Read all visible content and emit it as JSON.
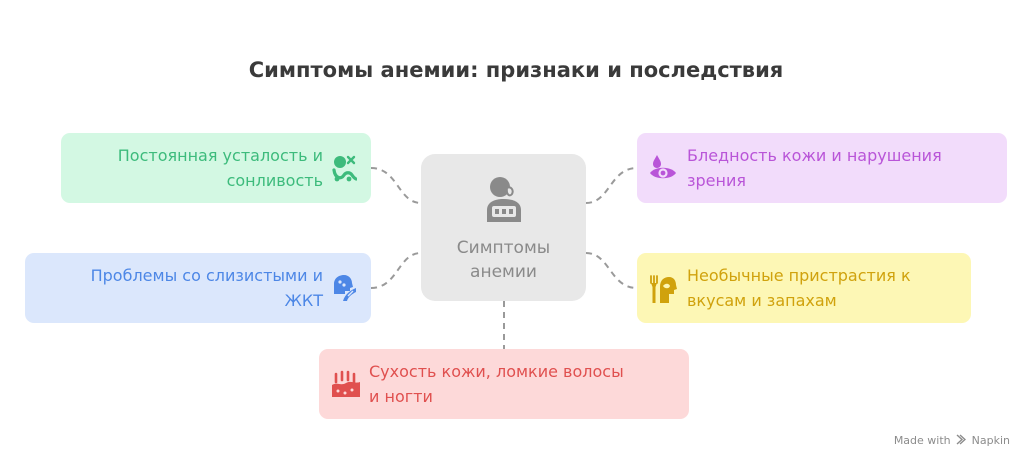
{
  "title": "Симптомы анемии: признаки и последствия",
  "center": {
    "label_line1": "Симптомы",
    "label_line2": "анемии",
    "icon": "person-medical-icon"
  },
  "cards": {
    "fatigue": {
      "line1": "Постоянная усталость и",
      "line2": "сонливость",
      "icon": "fatigue-icon",
      "color": "#3dbb7c"
    },
    "mucosa": {
      "line1": "Проблемы со слизистыми и",
      "line2": "ЖКТ",
      "icon": "head-digestive-icon",
      "color": "#4d87e6"
    },
    "pallor": {
      "line1": "Бледность кожи и нарушения",
      "line2": "зрения",
      "icon": "eye-drop-icon",
      "color": "#b955d8"
    },
    "cravings": {
      "line1": "Необычные пристрастия к",
      "line2": "вкусам и запахам",
      "icon": "head-fork-icon",
      "color": "#d0a20d"
    },
    "dryness": {
      "line1": "Сухость кожи, ломкие волосы",
      "line2": "и ногти",
      "icon": "skin-hair-icon",
      "color": "#e0504f"
    }
  },
  "watermark": {
    "prefix": "Made with",
    "brand": "Napkin",
    "icon": "napkin-logo-icon"
  }
}
